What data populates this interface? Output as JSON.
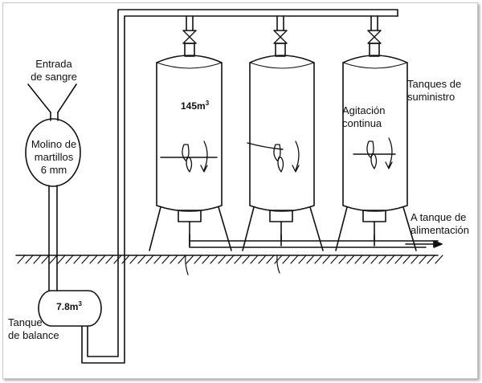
{
  "labels": {
    "blood_inlet_line1": "Entrada",
    "blood_inlet_line2": "de sangre",
    "mill_line1": "Molino de",
    "mill_line2": "martillos",
    "mill_line3": "6 mm",
    "balance_tank_line1": "Tanque",
    "balance_tank_line2": "de balance",
    "balance_volume_base": "7.8m",
    "balance_volume_sup": "3",
    "tank_volume_base": "145m",
    "tank_volume_sup": "3",
    "agitation_line1": "Agitación",
    "agitation_line2": "continua",
    "supply_tanks_line1": "Tanques de",
    "supply_tanks_line2": "suministro",
    "feed_tank_line1": "A tanque de",
    "feed_tank_line2": "alimentación"
  }
}
